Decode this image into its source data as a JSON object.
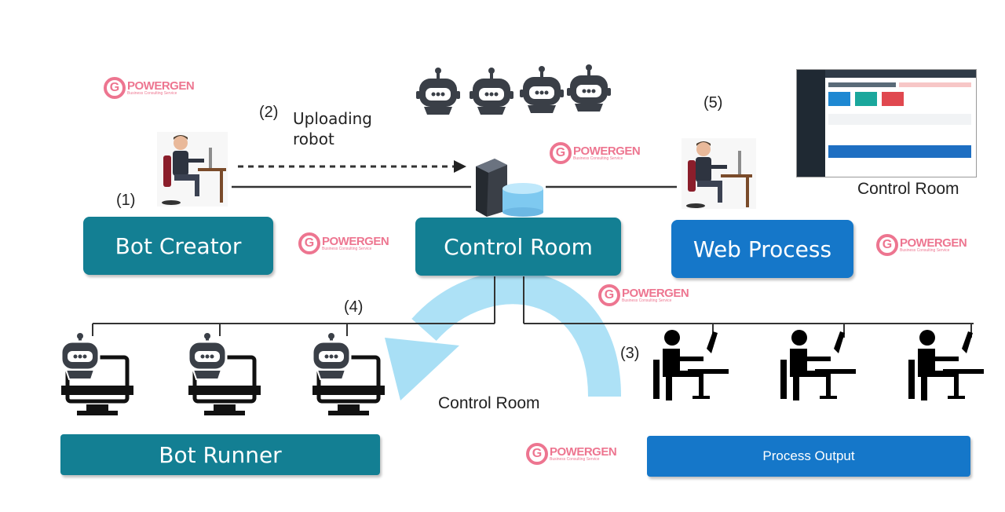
{
  "steps": {
    "s1": "(1)",
    "s2": "(2)",
    "s3": "(3)",
    "s4": "(4)",
    "s5": "(5)"
  },
  "upload_label": [
    "Uploading",
    "robot"
  ],
  "boxes": {
    "bot_creator": "Bot Creator",
    "control_room": "Control Room",
    "web_process": "Web Process",
    "bot_runner": "Bot Runner",
    "process_output": "Process Output"
  },
  "control_room_caption": "Control Room",
  "cycle_label": "Control Room",
  "watermark": {
    "brand": "POWERGEN",
    "tagline": "Business Consulting Service"
  },
  "colors": {
    "teal": "#137f93",
    "blue": "#1577c9",
    "arc": "#9fdcf4",
    "brand": "#e8486b"
  }
}
